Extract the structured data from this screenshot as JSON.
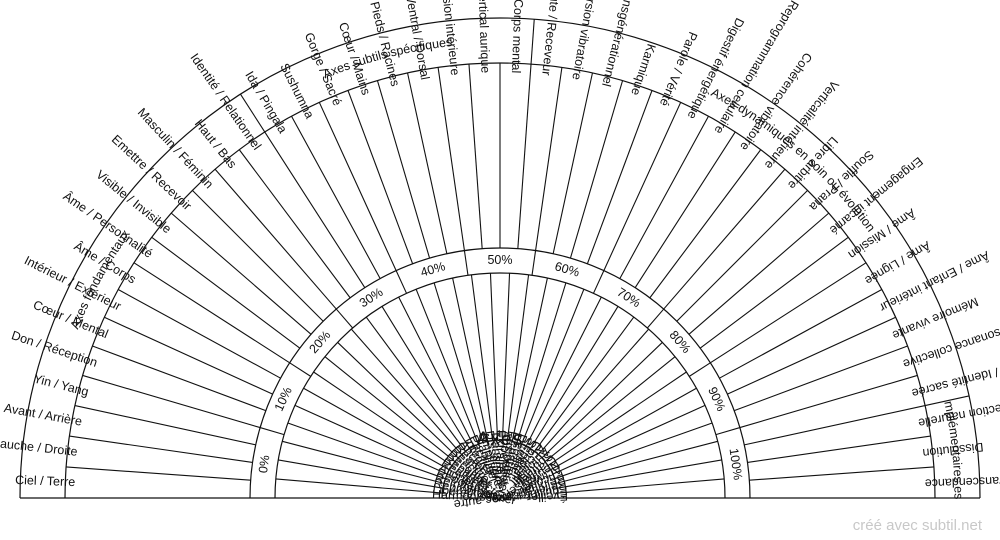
{
  "center_label": "Axes",
  "credit": "créé avec subtil.net",
  "colors": {
    "line": "#111111",
    "text": "#111111",
    "credit": "#c8c8c8",
    "background": "#ffffff"
  },
  "bands": [
    "Axes fondamentaux",
    "Axes subtils spécifiques",
    "Axes dynamiques en soin ou évolution",
    "Axes complémentaires essentiels"
  ],
  "outer_sectors": [
    "Ciel / Terre",
    "Gauche / Droite",
    "Avant / Arrière",
    "Yin / Yang",
    "Don / Réception",
    "Cœur / Mental",
    "Intérieur / Extérieur",
    "Âme / Corps",
    "Âme / Personnalité",
    "Visible / Invisible",
    "Emettre / Recevoir",
    "Masculin / Féminin",
    "Haut / Bas",
    "Identité / Relationnel",
    "Ida / Pingala",
    "Sushumna",
    "Gorge / Sacré",
    "Cœur / Mains",
    "Pieds / Racines",
    "Ventral / Dorsal",
    "Regard / Vision intérieure",
    "Champ vertical aurique",
    "Âme / Corps mental",
    "Thérapeute / Receveur",
    "Axe d'inversion vibratoire",
    "Transgénérationnel",
    "Karmique",
    "Parole / Vérité",
    "Digestif énergétique",
    "Reprogrammation cellulaire",
    "Cohérence vibratoire",
    "Verticalité intérieure",
    "Libre arbitre",
    "Souffle / Prana",
    "Engagement incarné",
    "Âme / Mission",
    "Âme / Lignée",
    "Âme / Enfant intérieur",
    "Mémoire vivante",
    "Résonance collective",
    "Je suis / Identité sacrée",
    "Protection naturelle",
    "Dissolution",
    "Grâce / Transcendance"
  ],
  "inner_sectors": [
    "Harmoniser",
    "Libérer",
    "Reprogrammer",
    "Réinformer",
    "Repolariser",
    "Aligner",
    "Réaligner",
    "Réparer",
    "Reconnecter",
    "Réactiver",
    "Réancrer",
    "Ancrer",
    "Intégrer",
    "Pacifier",
    "Stabiliser",
    "Amplifier",
    "Dissoudre",
    "Transmuter",
    "Extraire",
    "Appeler",
    "Fusionner",
    "Déparasiter",
    "Dégager",
    "Sceller",
    "Séparer",
    "Couper",
    "Accueillir",
    "Autoriser",
    "Soutenir",
    "Clarifier",
    "Neutraliser",
    "Activer",
    "Encoder",
    "Réinitialiser",
    "Relier à l'âme",
    "Équilibrer avec autre",
    "Éveiller"
  ],
  "percentages": [
    "0%",
    "10%",
    "20%",
    "30%",
    "40%",
    "50%",
    "60%",
    "70%",
    "80%",
    "90%",
    "100%"
  ]
}
